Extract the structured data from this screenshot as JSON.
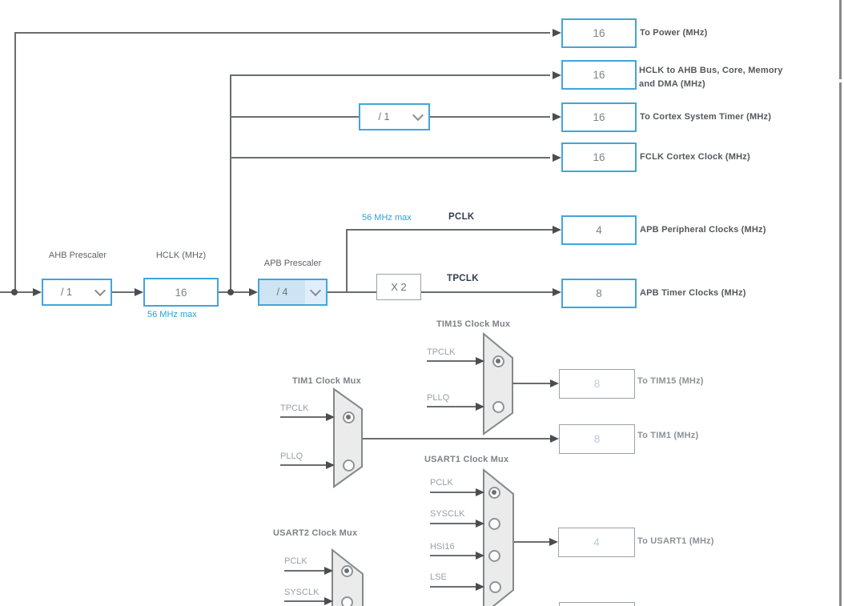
{
  "colors": {
    "accent_blue": "#41a5de",
    "highlight_fill": "#cde4f5",
    "max_label_blue": "#2e9fd8",
    "wire_gray": "#6a6d70",
    "dim_value_blue": "#b3cde4"
  },
  "outputs": {
    "power": {
      "value": "16",
      "label": "To Power (MHz)"
    },
    "hclk_ahb": {
      "value": "16",
      "label_line1": "HCLK to AHB Bus, Core, Memory",
      "label_line2": "and DMA (MHz)"
    },
    "cortex_timer": {
      "value": "16",
      "label": "To Cortex System Timer (MHz)"
    },
    "fclk": {
      "value": "16",
      "label": "FCLK Cortex Clock (MHz)"
    },
    "apb_peripheral": {
      "value": "4",
      "label": "APB Peripheral Clocks (MHz)"
    },
    "apb_timer": {
      "value": "8",
      "label": "APB Timer Clocks (MHz)"
    },
    "tim15": {
      "value": "8",
      "label": "To TIM15 (MHz)"
    },
    "tim1": {
      "value": "8",
      "label": "To TIM1 (MHz)"
    },
    "usart1": {
      "value": "4",
      "label": "To USART1 (MHz)"
    }
  },
  "prescalers": {
    "cortex": {
      "value": "/ 1"
    },
    "ahb": {
      "label": "AHB Prescaler",
      "value": "/ 1"
    },
    "apb": {
      "label": "APB Prescaler",
      "value": "/ 4",
      "highlighted": true
    }
  },
  "hclk": {
    "label": "HCLK (MHz)",
    "value": "16",
    "max": "56 MHz max"
  },
  "signals": {
    "pclk": "PCLK",
    "tpclk": "TPCLK",
    "pclk_max": "56 MHz max",
    "multiplier": "X 2"
  },
  "muxes": {
    "tim15": {
      "title": "TIM15 Clock Mux",
      "inputs": [
        {
          "label": "TPCLK",
          "selected": true
        },
        {
          "label": "PLLQ",
          "selected": false
        }
      ]
    },
    "tim1": {
      "title": "TIM1 Clock Mux",
      "inputs": [
        {
          "label": "TPCLK",
          "selected": true
        },
        {
          "label": "PLLQ",
          "selected": false
        }
      ]
    },
    "usart1": {
      "title": "USART1 Clock Mux",
      "inputs": [
        {
          "label": "PCLK",
          "selected": true
        },
        {
          "label": "SYSCLK",
          "selected": false
        },
        {
          "label": "HSI16",
          "selected": false
        },
        {
          "label": "LSE",
          "selected": false
        }
      ]
    },
    "usart2": {
      "title": "USART2 Clock Mux",
      "inputs": [
        {
          "label": "PCLK",
          "selected": true
        },
        {
          "label": "SYSCLK",
          "selected": false
        }
      ]
    }
  }
}
